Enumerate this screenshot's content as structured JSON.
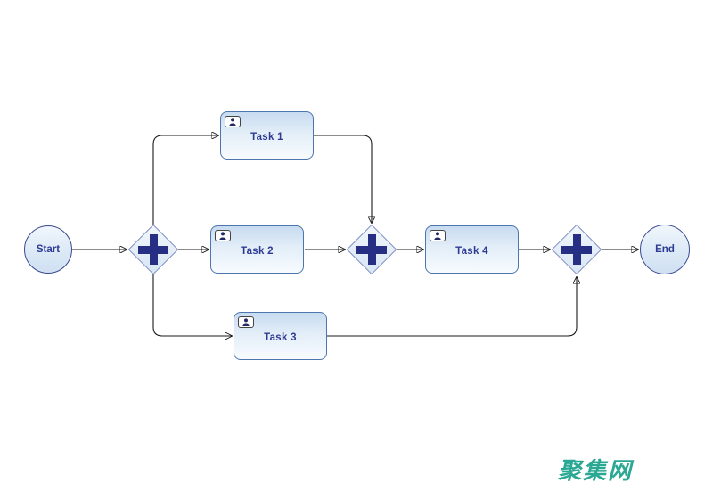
{
  "diagram": {
    "type": "bpmn-flowchart",
    "nodes": {
      "start": {
        "label": "Start",
        "shape": "circle-event"
      },
      "gateway1": {
        "shape": "parallel-gateway",
        "symbol": "+"
      },
      "task1": {
        "label": "Task 1",
        "icon": "user-task-icon"
      },
      "task2": {
        "label": "Task 2",
        "icon": "user-task-icon"
      },
      "task3": {
        "label": "Task 3",
        "icon": "user-task-icon"
      },
      "task4": {
        "label": "Task 4",
        "icon": "user-task-icon"
      },
      "gateway2": {
        "shape": "parallel-gateway",
        "symbol": "+"
      },
      "gateway3": {
        "shape": "parallel-gateway",
        "symbol": "+"
      },
      "end": {
        "label": "End",
        "shape": "circle-event"
      }
    },
    "connections": [
      {
        "from": "start",
        "to": "gateway1"
      },
      {
        "from": "gateway1",
        "to": "task1"
      },
      {
        "from": "gateway1",
        "to": "task2"
      },
      {
        "from": "gateway1",
        "to": "task3"
      },
      {
        "from": "task1",
        "to": "gateway2"
      },
      {
        "from": "task2",
        "to": "gateway2"
      },
      {
        "from": "gateway2",
        "to": "task4"
      },
      {
        "from": "task4",
        "to": "gateway3"
      },
      {
        "from": "task3",
        "to": "gateway3"
      },
      {
        "from": "gateway3",
        "to": "end"
      }
    ],
    "colors": {
      "task_fill_top": "#c7dbf0",
      "task_fill_bottom": "#f7fbfe",
      "task_border": "#4d76ae",
      "event_border": "#3a4a8f",
      "gateway_border": "#7e8ec2",
      "gateway_plus": "#272f85",
      "label_text": "#2e3b94",
      "connector": "#1a1a1a"
    }
  },
  "watermark": {
    "text": "聚集网",
    "color": "#2BA894"
  }
}
